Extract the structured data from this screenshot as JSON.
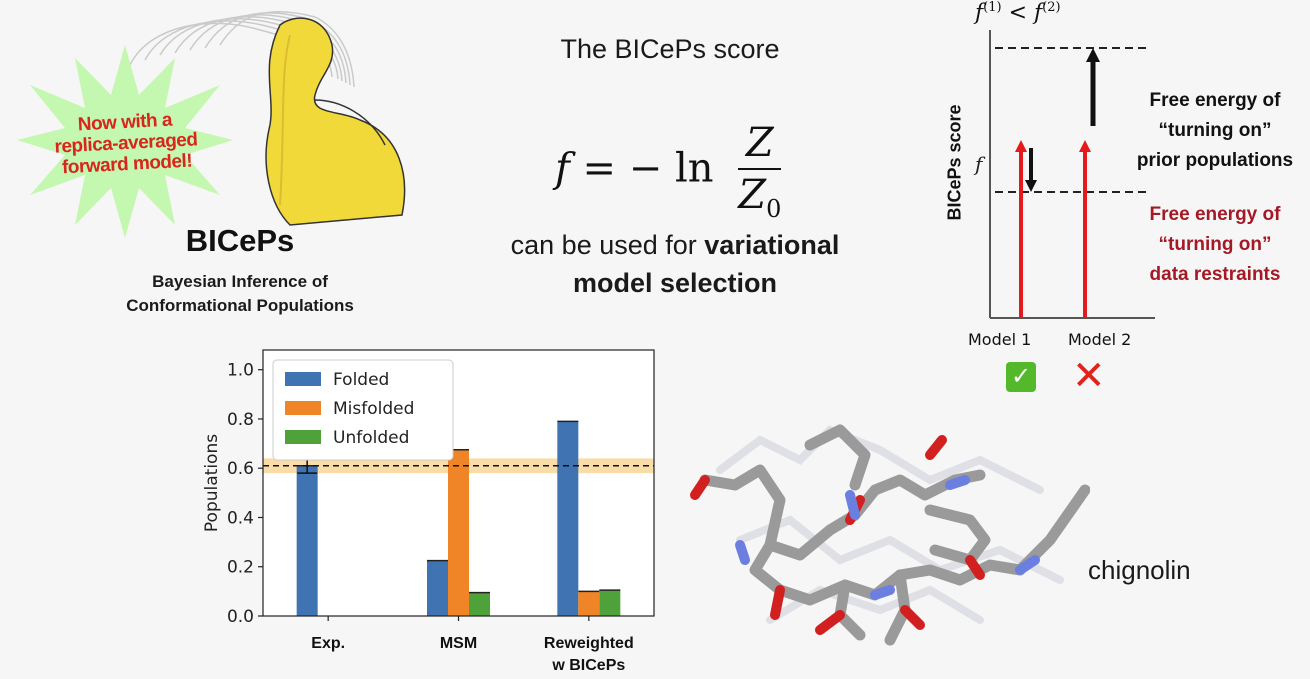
{
  "logo": {
    "burst_text_lines": [
      "Now with a",
      "replica-averaged",
      "forward model!"
    ],
    "title": "BICePs",
    "subtitle_lines": [
      "Bayesian Inference of",
      "Conformational Populations"
    ],
    "colors": {
      "burst": "#c4f7b0",
      "burst_text": "#d8261c",
      "arm": "#f2d93a"
    }
  },
  "formula_panel": {
    "title": "The BICePs score",
    "formula": {
      "lhs": "f",
      "op": "= −",
      "fn": "ln",
      "numerator": "Z",
      "denominator_base": "Z",
      "denominator_sub": "0"
    },
    "usage_line1_prefix": "can be used for ",
    "usage_line1_bold": "variational",
    "usage_line2_bold": "model selection"
  },
  "schematic": {
    "inequality": {
      "f1_base": "f",
      "f1_sup": "(1)",
      "op": " < ",
      "f2_base": "f",
      "f2_sup": "(2)"
    },
    "ylabel": "BICePs score",
    "f_label": "f",
    "free_energy_prior": [
      "Free energy of",
      "“turning on”",
      "prior populations"
    ],
    "free_energy_data": [
      "Free energy of",
      "“turning on”",
      "data restraints"
    ],
    "models": [
      "Model 1",
      "Model 2"
    ],
    "check_glyph": "✓",
    "cross_glyph": "✕",
    "colors": {
      "red": "#e41a1c",
      "label_red": "#a31a26"
    }
  },
  "chart_data": {
    "type": "bar",
    "categories": [
      "Exp.",
      "MSM",
      "Reweighted\nw BICePs"
    ],
    "series": [
      {
        "name": "Folded",
        "values": [
          0.61,
          0.225,
          0.79
        ],
        "color": "#3f73b1"
      },
      {
        "name": "Misfolded",
        "values": [
          0,
          0.675,
          0.1
        ],
        "color": "#ef8527"
      },
      {
        "name": "Unfolded",
        "values": [
          0,
          0.095,
          0.105
        ],
        "color": "#4fa23a"
      }
    ],
    "error_bar": {
      "category": "Exp.",
      "series": "Folded",
      "low": 0.58,
      "high": 0.64
    },
    "reference_line": {
      "y": 0.61,
      "band": [
        0.58,
        0.64
      ],
      "band_color": "#f7d08a"
    },
    "ylabel": "Populations",
    "xlabel": "",
    "ylim": [
      0,
      1.08
    ],
    "yticks": [
      "0.0",
      "0.2",
      "0.4",
      "0.6",
      "0.8",
      "1.0"
    ],
    "ytick_values": [
      0,
      0.2,
      0.4,
      0.6,
      0.8,
      1.0
    ],
    "legend_placement": "top-left",
    "grid": false
  },
  "molecule": {
    "label": "chignolin"
  }
}
